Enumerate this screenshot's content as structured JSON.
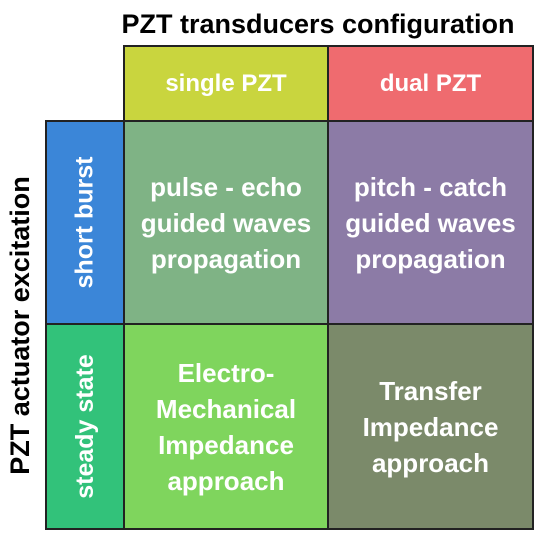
{
  "top_title": "PZT transducers configuration",
  "side_title": "PZT actuator excitation",
  "columns": [
    {
      "label": "single PZT",
      "color": "#c9d53e"
    },
    {
      "label": "dual PZT",
      "color": "#ef6b6f"
    }
  ],
  "rows": [
    {
      "label": "short burst",
      "color": "#3b86d8"
    },
    {
      "label": "steady state",
      "color": "#32c27a"
    }
  ],
  "cells": [
    {
      "text": "pulse - echo\nguided waves\npropagation",
      "color": "#7fb385"
    },
    {
      "text": "pitch - catch\nguided waves\npropagation",
      "color": "#8c7ba6"
    },
    {
      "text": "Electro-\nMechanical\nImpedance\napproach",
      "color": "#7fd55d"
    },
    {
      "text": "Transfer\nImpedance\napproach",
      "color": "#7b8a6a"
    }
  ]
}
